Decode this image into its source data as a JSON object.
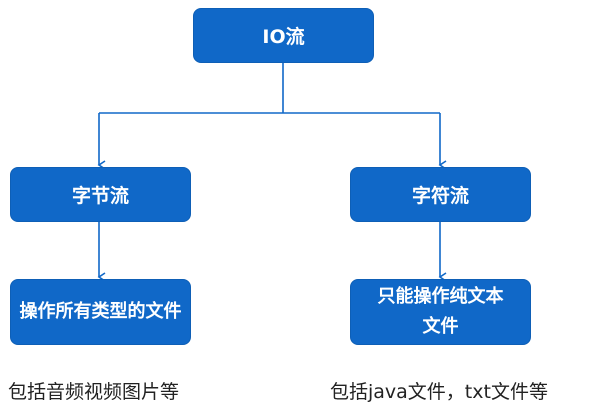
{
  "root": {
    "label": "IO流"
  },
  "branches": {
    "byte": {
      "label": "字节流",
      "description": "操作所有类型的文件",
      "note": "包括音频视频图片等"
    },
    "char": {
      "label": "字符流",
      "description": "只能操作纯文本文件",
      "note": "包括java文件，txt文件等"
    }
  },
  "colors": {
    "box_fill": "#1068c8",
    "connector": "#1068c8",
    "box_text": "#ffffff",
    "note_text": "#222222"
  }
}
